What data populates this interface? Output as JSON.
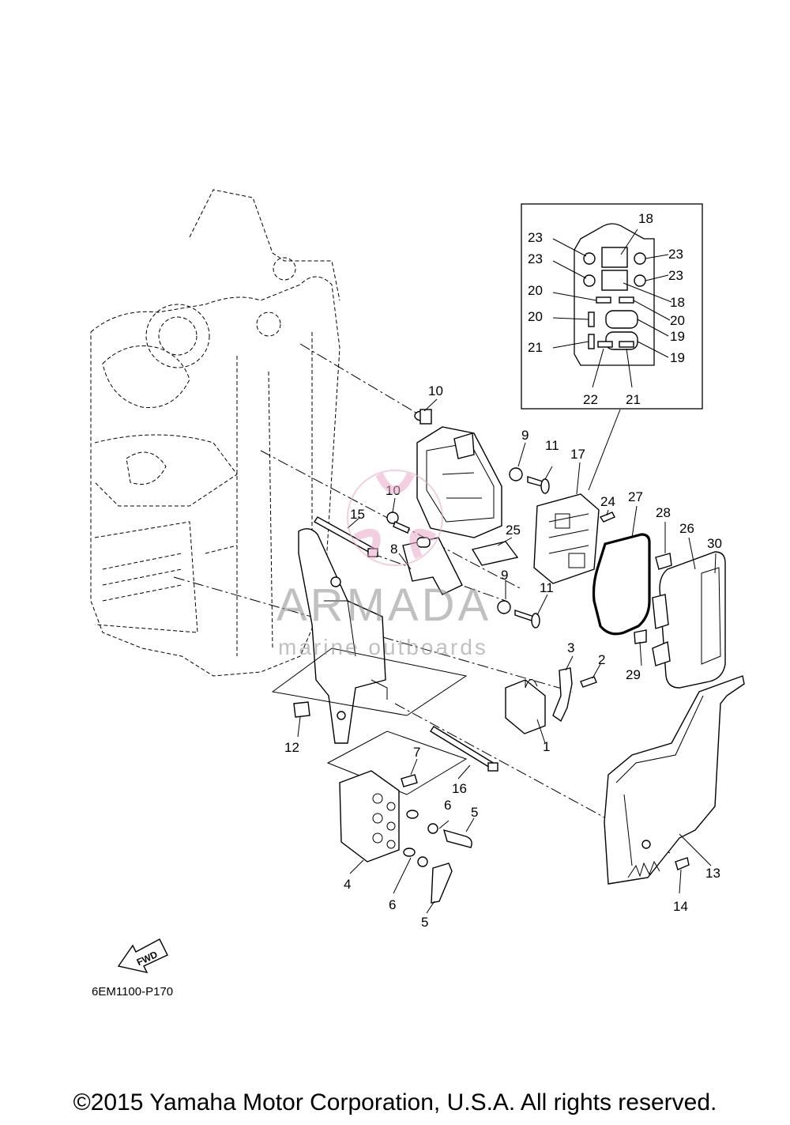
{
  "diagram_code": "6EM1100-P170",
  "copyright": "©2015 Yamaha Motor Corporation, U.S.A. All rights reserved.",
  "fwd_label": "FWD",
  "watermark": {
    "brand": "ARMADA",
    "tagline": "marine outboards"
  },
  "part_callouts": {
    "p1": "1",
    "p2": "2",
    "p3": "3",
    "p4": "4",
    "p5a": "5",
    "p5b": "5",
    "p6a": "6",
    "p6b": "6",
    "p7": "7",
    "p8": "8",
    "p9a": "9",
    "p9b": "9",
    "p10a": "10",
    "p10b": "10",
    "p11a": "11",
    "p11b": "11",
    "p12": "12",
    "p13": "13",
    "p14": "14",
    "p15": "15",
    "p16": "16",
    "p17": "17",
    "p18a": "18",
    "p18b": "18",
    "p19a": "19",
    "p19b": "19",
    "p20a": "20",
    "p20b": "20",
    "p20c": "20",
    "p21a": "21",
    "p21b": "21",
    "p22": "22",
    "p23a": "23",
    "p23b": "23",
    "p23c": "23",
    "p23d": "23",
    "p24": "24",
    "p25": "25",
    "p26": "26",
    "p27": "27",
    "p28": "28",
    "p29": "29",
    "p30": "30"
  }
}
